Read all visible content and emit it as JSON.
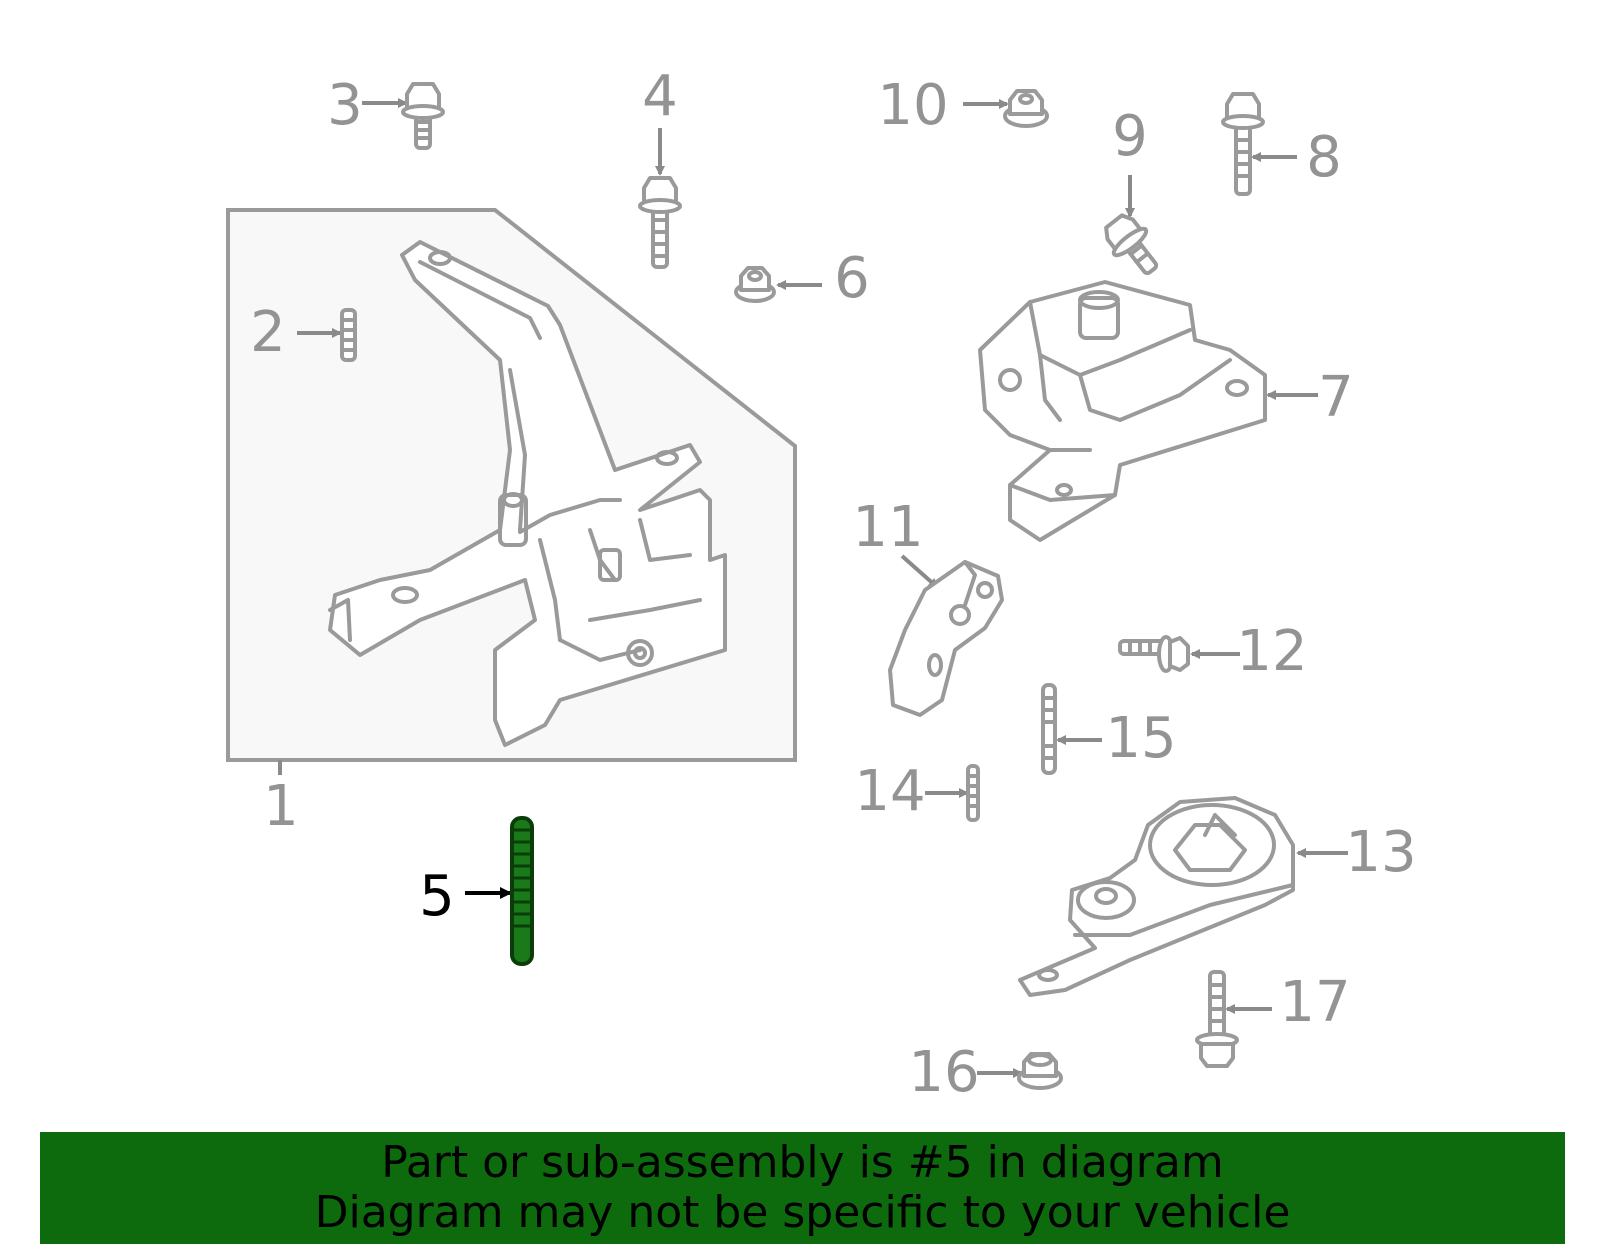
{
  "callouts": {
    "c1": "1",
    "c2": "2",
    "c3": "3",
    "c4": "4",
    "c5": "5",
    "c6": "6",
    "c7": "7",
    "c8": "8",
    "c9": "9",
    "c10": "10",
    "c11": "11",
    "c12": "12",
    "c13": "13",
    "c14": "14",
    "c15": "15",
    "c16": "16",
    "c17": "17"
  },
  "highlighted_part": "5",
  "colors": {
    "highlight": "#1a7a1a",
    "banner": "#0d6a0d",
    "parts": "#9a9a9a"
  },
  "banner": {
    "line1": "Part or sub-assembly is #5 in diagram",
    "line2": "Diagram may not be specific to your vehicle"
  }
}
